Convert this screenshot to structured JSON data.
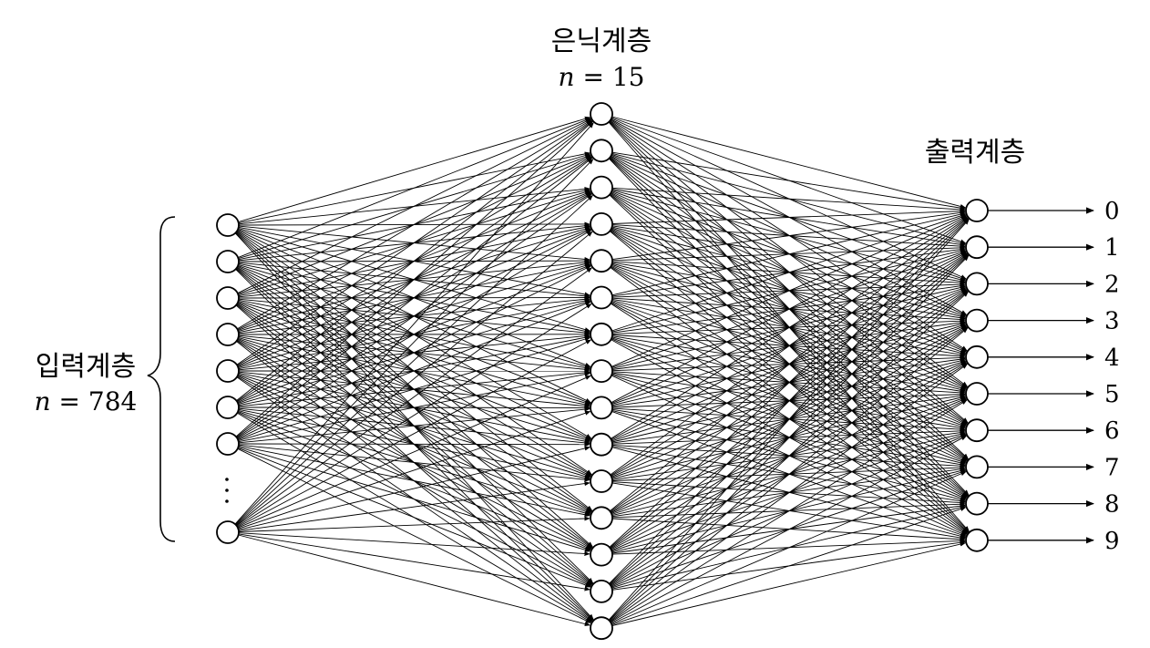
{
  "layers": {
    "input": {
      "title": "입력계층",
      "n_var": "n",
      "n_eq": " = 784",
      "visible_nodes": 8,
      "ellipsis": "⋮"
    },
    "hidden": {
      "title": "은닉계층",
      "n_var": "n",
      "n_eq": " = 15",
      "visible_nodes": 15
    },
    "output": {
      "title": "출력계층",
      "visible_nodes": 10,
      "labels": [
        "0",
        "1",
        "2",
        "3",
        "4",
        "5",
        "6",
        "7",
        "8",
        "9"
      ]
    }
  },
  "style": {
    "line_color": "#000000",
    "node_fill": "#ffffff"
  }
}
